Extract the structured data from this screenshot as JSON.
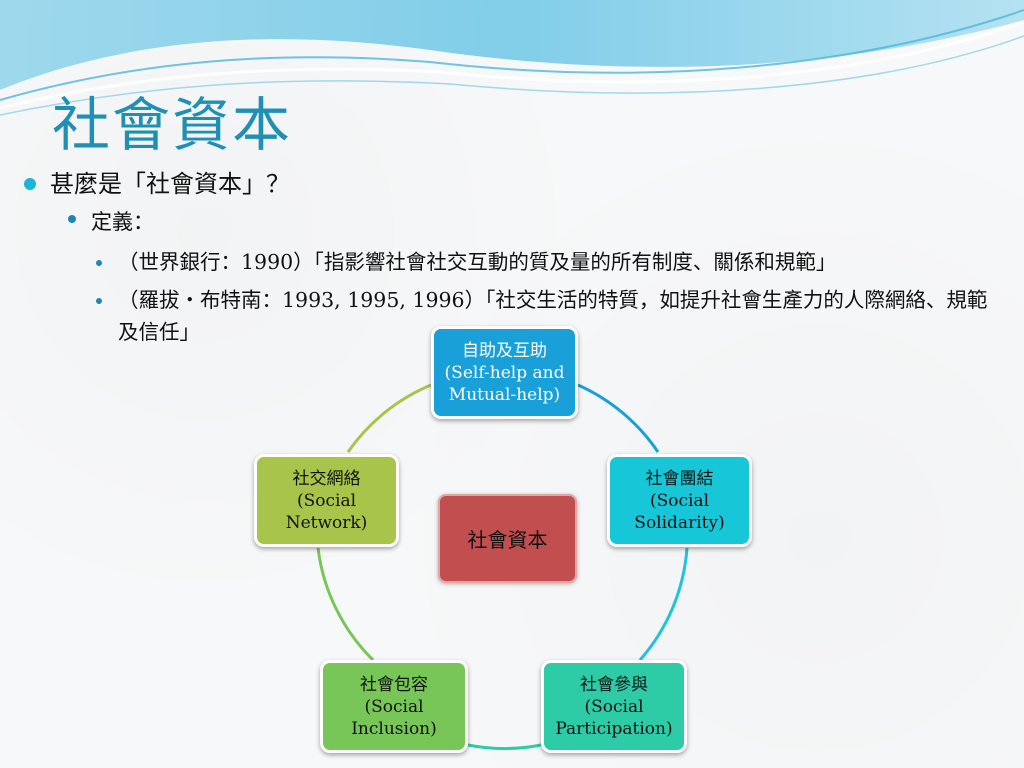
{
  "slide": {
    "title": "社會資本",
    "bullets": {
      "l1": "甚麼是「社會資本」？",
      "l2": "定義：",
      "l3a": "（世界銀行：1990）「指影響社會社交互動的質及量的所有制度、關係和規範」",
      "l3b": "（羅拔・布特南：1993, 1995, 1996）「社交生活的特質，如提升社會生產力的人際網絡、規範及信任」"
    }
  },
  "diagram": {
    "center": "社會資本",
    "nodes": [
      {
        "zh": "自助及互助",
        "en1": "(Self-help and",
        "en2": "Mutual-help)",
        "color": "#1aa0d9"
      },
      {
        "zh": "社會團結",
        "en1": "(Social",
        "en2": "Solidarity)",
        "color": "#17c7d8"
      },
      {
        "zh": "社會參與",
        "en1": "(Social",
        "en2": "Participation)",
        "color": "#2dcba6"
      },
      {
        "zh": "社會包容",
        "en1": "(Social",
        "en2": "Inclusion)",
        "color": "#77c657"
      },
      {
        "zh": "社交網絡",
        "en1": "(Social",
        "en2": "Network)",
        "color": "#a8c44a"
      }
    ],
    "center_color": "#c24f4f"
  },
  "theme": {
    "title_color": "#1f8fb5",
    "bullet_l1_color": "#19b6d7",
    "bullet_l2_color": "#1e86b3"
  }
}
